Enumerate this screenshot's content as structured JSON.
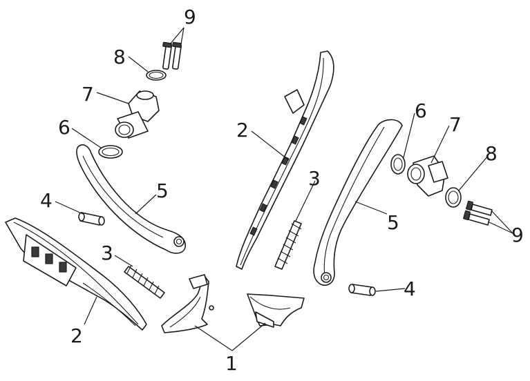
{
  "callouts": [
    {
      "id": "c1",
      "text": "1"
    },
    {
      "id": "c2a",
      "text": "2"
    },
    {
      "id": "c2b",
      "text": "2"
    },
    {
      "id": "c3a",
      "text": "3"
    },
    {
      "id": "c3b",
      "text": "3"
    },
    {
      "id": "c4a",
      "text": "4"
    },
    {
      "id": "c4b",
      "text": "4"
    },
    {
      "id": "c5a",
      "text": "5"
    },
    {
      "id": "c5b",
      "text": "5"
    },
    {
      "id": "c6a",
      "text": "6"
    },
    {
      "id": "c6b",
      "text": "6"
    },
    {
      "id": "c7a",
      "text": "7"
    },
    {
      "id": "c7b",
      "text": "7"
    },
    {
      "id": "c8a",
      "text": "8"
    },
    {
      "id": "c8b",
      "text": "8"
    },
    {
      "id": "c9a",
      "text": "9"
    },
    {
      "id": "c9b",
      "text": "9"
    }
  ]
}
